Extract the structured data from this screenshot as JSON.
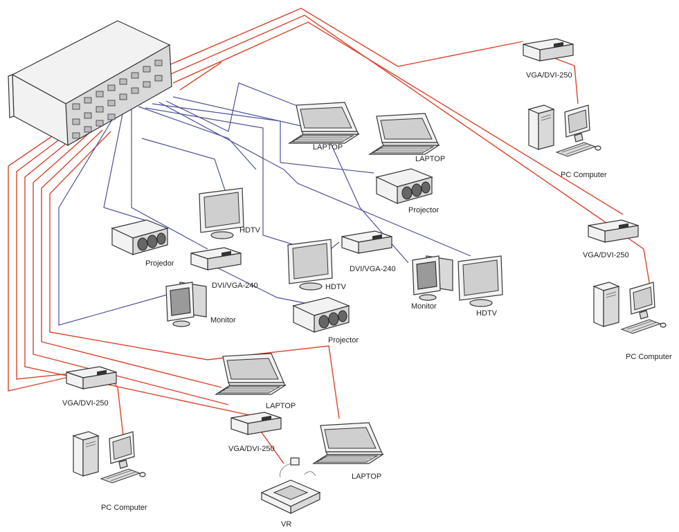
{
  "colors": {
    "signal_red": "#d9432b",
    "signal_blue": "#4a4f9a",
    "device_line": "#333333"
  },
  "labels": {
    "laptop_1": "LAPTOP",
    "laptop_2": "LAPTOP",
    "laptop_3": "LAPTOP",
    "laptop_4": "LAPTOP",
    "projector_1": "Projector",
    "projector_2": "Projedor",
    "projector_3": "Projector",
    "hdtv_1": "HDTV",
    "hdtv_2": "HDTV",
    "hdtv_3": "HDTV",
    "monitor_1": "Monitor",
    "monitor_2": "Monitor",
    "converter_dvi_1": "DVI/VGA-240",
    "converter_dvi_2": "DVI/VGA-240",
    "converter_vga_1": "VGA/DVI-250",
    "converter_vga_2": "VGA/DVI-250",
    "converter_vga_3": "VGA/DVI-250",
    "converter_vga_4": "VGA/DVI-250",
    "pc_1": "PC Computer",
    "pc_2": "PC Computer",
    "pc_3": "PC Computer",
    "vcr": "VR"
  }
}
